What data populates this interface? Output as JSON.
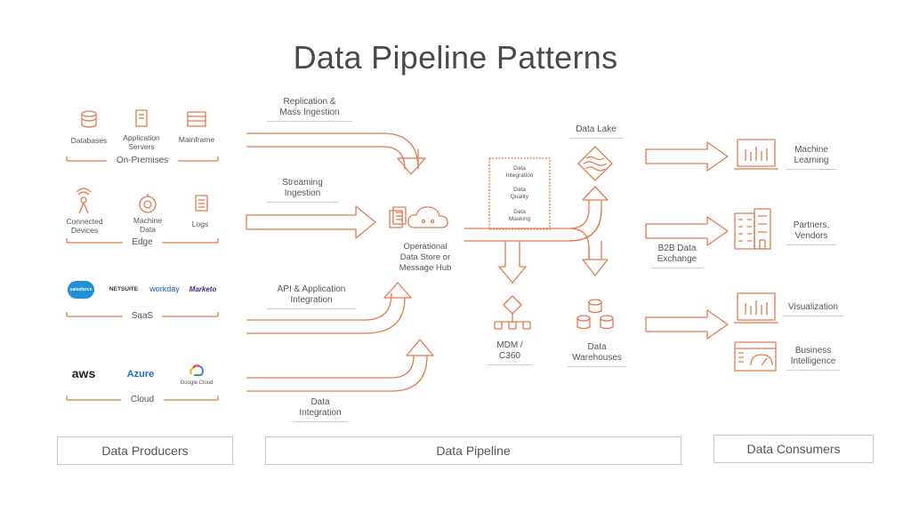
{
  "title": "Data Pipeline Patterns",
  "producers": {
    "on_premises": {
      "label": "On-Premises",
      "items": [
        "Databases",
        "Application\nServers",
        "Mainframe"
      ]
    },
    "edge": {
      "label": "Edge",
      "items": [
        "Connected\nDevices",
        "Machine\nData",
        "Logs"
      ]
    },
    "saas": {
      "label": "SaaS",
      "logos": [
        "salesforce",
        "NETSUITE",
        "workday",
        "Marketo"
      ]
    },
    "cloud": {
      "label": "Cloud",
      "logos": [
        "aws",
        "Azure",
        "Google Cloud"
      ]
    }
  },
  "pipeline": {
    "replication": "Replication &\nMass Ingestion",
    "streaming": "Streaming\nIngestion",
    "api": "API & Application\nIntegration",
    "data_integration": "Data\nIntegration",
    "hub": "Operational\nData Store or\nMessage Hub",
    "box_items": [
      "Data\nIntegration",
      "Data\nQuality",
      "Data\nMasking"
    ],
    "data_lake": "Data Lake",
    "mdm": "MDM /\nC360",
    "warehouses": "Data\nWarehouses",
    "b2b": "B2B Data\nExchange"
  },
  "consumers": {
    "ml": "Machine\nLearning",
    "partners": "Partners,\nVendors",
    "viz": "Visualization",
    "bi": "Business\nIntelligence"
  },
  "footer": {
    "producers": "Data Producers",
    "pipeline": "Data Pipeline",
    "consumers": "Data Consumers"
  },
  "colors": {
    "accent": "#e07a50",
    "text": "#555555",
    "rule": "#c9c9c9"
  }
}
